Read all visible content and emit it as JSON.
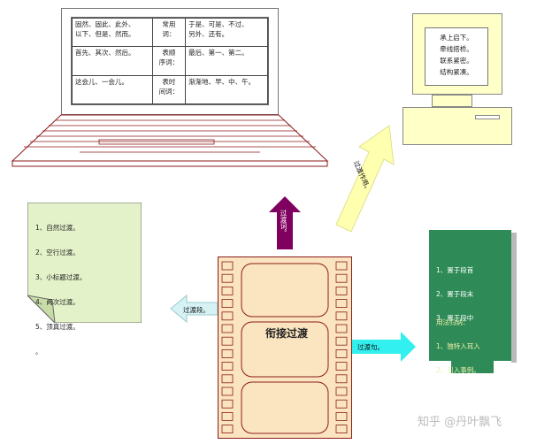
{
  "laptop": {
    "rows": [
      [
        "固然、固此、此外、\n以下、但是、然而。",
        "常用\n词：",
        "于是、可是、不过、\n另外、还有。"
      ],
      [
        "首先、其次、然后。",
        "表顺\n序词：",
        "最后、第一、第二。"
      ],
      [
        "这会儿、一会儿。",
        "表时\n间词：",
        "渐渐地、早、中、午。"
      ]
    ]
  },
  "monitor": {
    "lines": [
      "承上启下。",
      "牵线搭桥。",
      "联系紧密。",
      "结构紧凑。"
    ]
  },
  "left_note": {
    "items": [
      "1、自然过渡。",
      "2、空行过渡。",
      "3、小标题过渡。",
      "4、两次过渡。",
      "5、顶真过渡。",
      "。"
    ]
  },
  "film": {
    "title": "衔接过渡"
  },
  "book": {
    "items": [
      "1、置于段首",
      "2、置于段末",
      "3、置于段中"
    ],
    "method_title": "用法归纳：",
    "methods": [
      "1、独特入耳入",
      "2、引入事例。"
    ]
  },
  "arrows": {
    "up": "过渡词。",
    "diagonal": "过渡作用。",
    "left": "过渡段。",
    "right": "过渡句。"
  },
  "colors": {
    "laptop_border": "#8b1a1a",
    "monitor_fill": "#ffffc8",
    "note_fill": "#e3f2c8",
    "film_fill": "#fbe5c0",
    "book_fill": "#2e8b57",
    "up_arrow": "#800060",
    "diagonal_arrow": "#ffffb0",
    "left_arrow": "#d6f2f5",
    "right_arrow": "#33f0f0"
  },
  "watermark": "知乎 @丹叶飘飞"
}
